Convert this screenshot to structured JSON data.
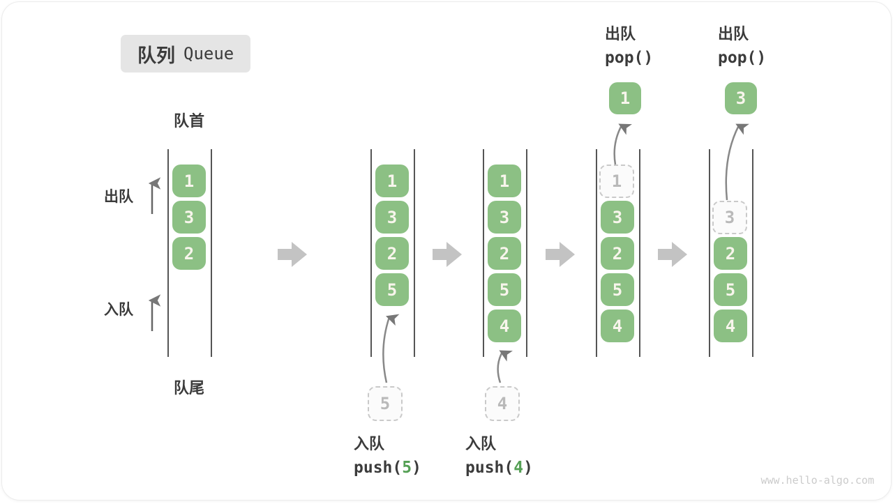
{
  "title": {
    "zh": "队列",
    "en": "Queue"
  },
  "labels": {
    "front": "队首",
    "rear": "队尾",
    "dequeue": "出队",
    "enqueue": "入队"
  },
  "colors": {
    "item_green": "#8cc084",
    "item_text": "#f8f5ec",
    "code_arg_green": "#55a055",
    "dashed_gray": "#c9c9c9",
    "step_arrow_gray": "#c3c3c3",
    "line_gray": "#555555",
    "text_dark": "#3b3b3b"
  },
  "queues": [
    {
      "items": [
        {
          "value": "1",
          "state": "filled"
        },
        {
          "value": "3",
          "state": "filled"
        },
        {
          "value": "2",
          "state": "filled"
        }
      ]
    },
    {
      "items": [
        {
          "value": "1",
          "state": "filled"
        },
        {
          "value": "3",
          "state": "filled"
        },
        {
          "value": "2",
          "state": "filled"
        },
        {
          "value": "5",
          "state": "filled"
        }
      ],
      "incoming": {
        "value": "5"
      },
      "op": {
        "label": "入队",
        "code_open": "push(",
        "arg": "5",
        "code_close": ")"
      }
    },
    {
      "items": [
        {
          "value": "1",
          "state": "filled"
        },
        {
          "value": "3",
          "state": "filled"
        },
        {
          "value": "2",
          "state": "filled"
        },
        {
          "value": "5",
          "state": "filled"
        },
        {
          "value": "4",
          "state": "filled"
        }
      ],
      "incoming": {
        "value": "4"
      },
      "op": {
        "label": "入队",
        "code_open": "push(",
        "arg": "4",
        "code_close": ")"
      }
    },
    {
      "items": [
        {
          "value": "1",
          "state": "removed"
        },
        {
          "value": "3",
          "state": "filled"
        },
        {
          "value": "2",
          "state": "filled"
        },
        {
          "value": "5",
          "state": "filled"
        },
        {
          "value": "4",
          "state": "filled"
        }
      ],
      "popped": {
        "value": "1"
      },
      "op": {
        "label": "出队",
        "code": "pop()"
      }
    },
    {
      "items": [
        {
          "value": "3",
          "state": "removed"
        },
        {
          "value": "2",
          "state": "filled"
        },
        {
          "value": "5",
          "state": "filled"
        },
        {
          "value": "4",
          "state": "filled"
        }
      ],
      "popped": {
        "value": "3"
      },
      "op": {
        "label": "出队",
        "code": "pop()"
      }
    }
  ],
  "watermark": "www.hello-algo.com"
}
